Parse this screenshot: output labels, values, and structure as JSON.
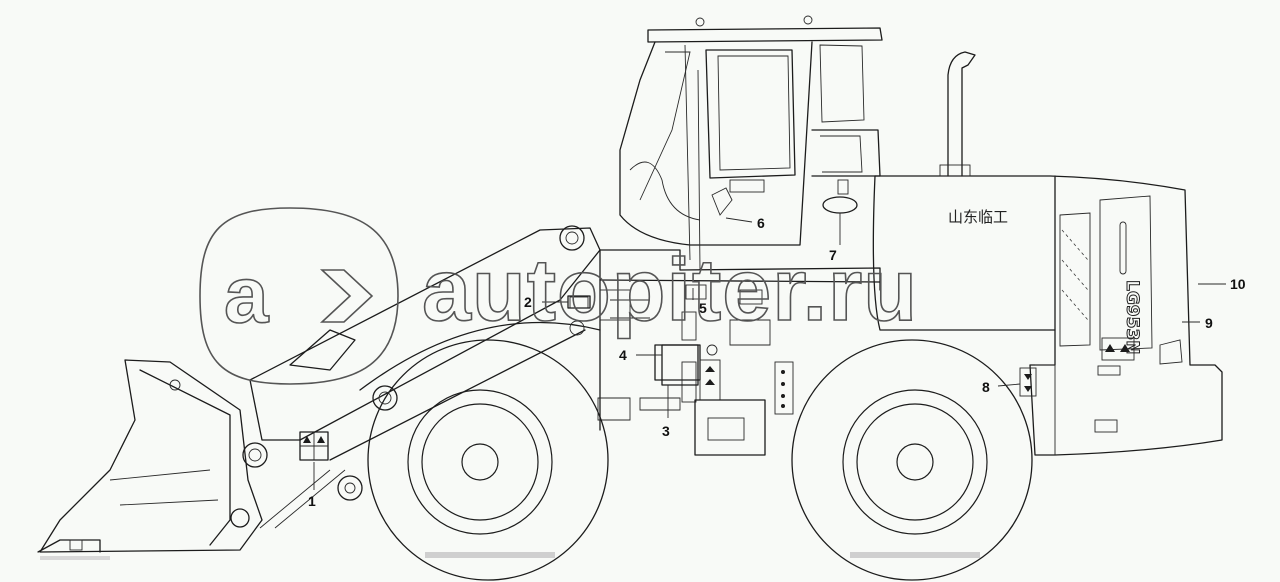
{
  "watermark": {
    "text": "autopiter.ru"
  },
  "machine": {
    "model": "LG953N",
    "brand_text": "山东临工"
  },
  "callouts": [
    "1",
    "2",
    "3",
    "4",
    "5",
    "6",
    "7",
    "8",
    "9",
    "10"
  ]
}
